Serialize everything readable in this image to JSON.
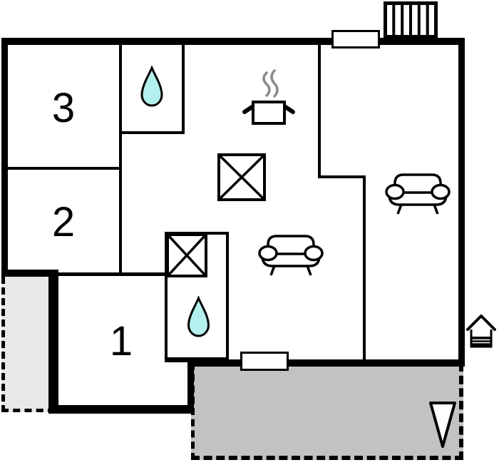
{
  "title": "House floor plan",
  "rooms": {
    "bedroom3": {
      "label": "3"
    },
    "bedroom2": {
      "label": "2"
    },
    "bedroom1": {
      "label": "1"
    }
  },
  "icons": [
    "stairs-icon",
    "window-icon-top",
    "water-drop-icon-upper-bathroom",
    "stove-pot-icon",
    "steam-icon",
    "appliance-x-icon-kitchen",
    "appliance-x-icon-bathroom",
    "water-drop-icon-lower-bathroom",
    "sofa-icon-living-room",
    "sofa-icon-lounge",
    "window-icon-bottom",
    "house-icon",
    "north-arrow-icon"
  ],
  "colors": {
    "wall": "#000000",
    "background": "#ffffff",
    "water_drop_fill": "#b3f1ef",
    "terrace_light_fill": "#e8e8e8",
    "terrace_dark_fill": "#c2c2c2",
    "steam_stroke": "#8a8a8a",
    "window_fill": "#ffffff"
  }
}
